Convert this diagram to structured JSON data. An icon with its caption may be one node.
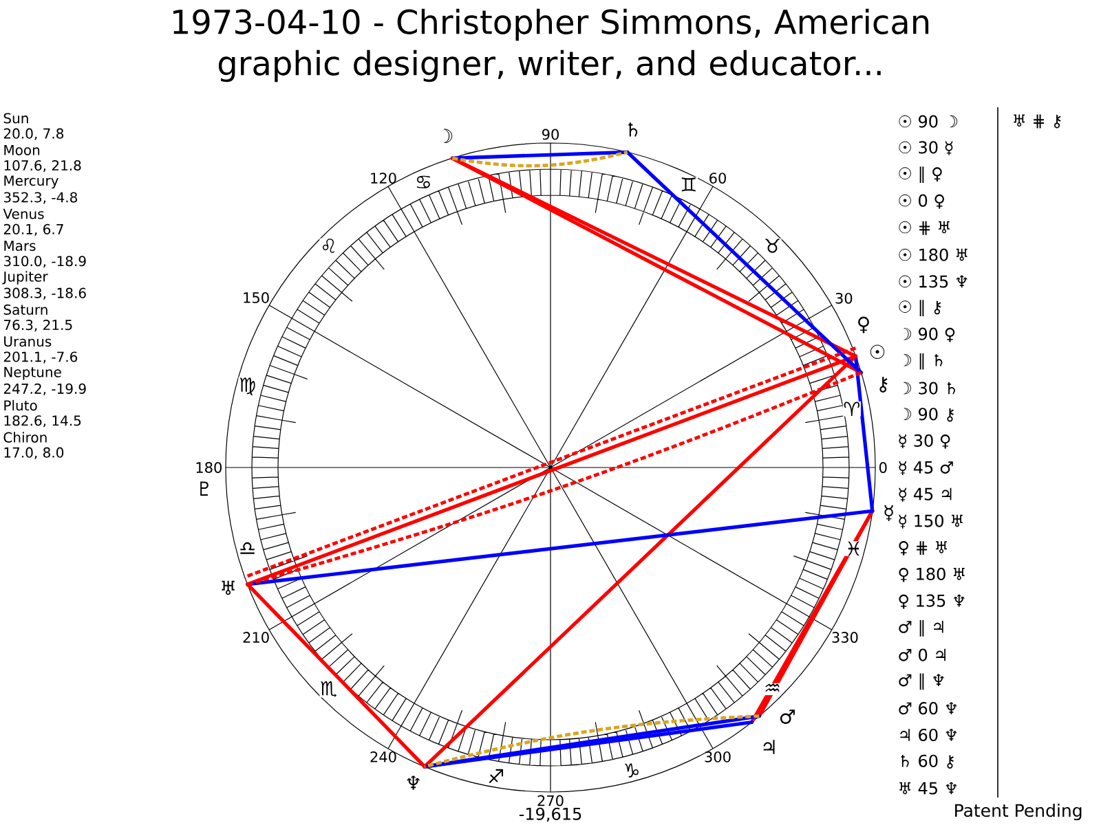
{
  "diagram": {
    "title": "1973-04-10 - Christopher Simmons, American graphic designer, writer, and educator...",
    "nodes": [
      {
        "text": [
          "☉"
        ]
      },
      {
        "text": [
          "☽"
        ]
      },
      {
        "text": [
          "☿"
        ]
      },
      {
        "text": [
          "♀"
        ]
      },
      {
        "text": [
          "♂"
        ]
      },
      {
        "text": [
          "♃"
        ]
      },
      {
        "text": [
          "♄"
        ]
      },
      {
        "text": [
          "♅"
        ]
      },
      {
        "text": [
          "♆"
        ]
      },
      {
        "text": [
          "⚷"
        ]
      }
    ],
    "edges": [
      {
        "from": 0,
        "to": 1,
        "arrow": "none"
      },
      {
        "from": 0,
        "to": 2,
        "arrow": "none",
        "color": "#0000ff"
      },
      {
        "from": 0,
        "to": 7,
        "arrow": "none"
      },
      {
        "from": 0,
        "to": 7,
        "arrow": "none",
        "style": "dashed"
      },
      {
        "from": 0,
        "to": 8,
        "arrow": "none"
      },
      {
        "from": 1,
        "to": 3,
        "arrow": "none"
      },
      {
        "from": 1,
        "to": 6,
        "arrow": "none",
        "color": "#0000ff"
      },
      {
        "from": 1,
        "to": 6,
        "arrow": "none",
        "style": "dashed",
        "color": "#daa520"
      },
      {
        "from": 1,
        "to": 9,
        "arrow": "none"
      },
      {
        "from": 2,
        "to": 3,
        "arrow": "none",
        "color": "#0000ff"
      },
      {
        "from": 2,
        "to": 4,
        "arrow": "none"
      },
      {
        "from": 2,
        "to": 5,
        "arrow": "none"
      },
      {
        "from": 2,
        "to": 7,
        "arrow": "none",
        "color": "#0000ff"
      },
      {
        "from": 3,
        "to": 7,
        "arrow": "none"
      },
      {
        "from": 3,
        "to": 7,
        "arrow": "none",
        "style": "dashed"
      },
      {
        "from": 3,
        "to": 8,
        "arrow": "none"
      },
      {
        "from": 4,
        "to": 8,
        "arrow": "none",
        "color": "#0000ff"
      },
      {
        "from": 4,
        "to": 8,
        "arrow": "none",
        "style": "dashed",
        "color": "#daa520"
      },
      {
        "from": 5,
        "to": 8,
        "arrow": "none",
        "color": "#0000ff"
      },
      {
        "from": 6,
        "to": 9,
        "arrow": "none",
        "color": "#0000ff"
      },
      {
        "from": 7,
        "to": 8,
        "arrow": "none"
      },
      {
        "from": 7,
        "to": 9,
        "arrow": "none",
        "style": "dashed"
      }
    ],
    "labels": [
      "Sun",
      "20.0, 7.8",
      "Moon",
      "107.6, 21.8",
      "Mercury",
      "352.3, -4.8",
      "Venus",
      "20.1, 6.7",
      "Mars",
      "310.0, -18.9",
      "Jupiter",
      "308.3, -18.6",
      "Saturn",
      "76.3, 21.5",
      "Uranus",
      "201.1, -7.6",
      "Neptune",
      "247.2, -19.9",
      "Pluto",
      "182.6, 14.5",
      "Chiron",
      "17.0, 8.0",
      "0",
      "30",
      "60",
      "90",
      "120",
      "150",
      "180",
      "210",
      "240",
      "270",
      "300",
      "330",
      "♈",
      "♉",
      "♊",
      "♋",
      "♌",
      "♍",
      "♎",
      "♏",
      "♐",
      "♑",
      "♒",
      "♓",
      "♇",
      "☉ 90 ☽",
      "☉ 30 ☿",
      "☉ ∥ ♀",
      "☉ 0 ♀",
      "☉ ⋕ ♅",
      "☉ 180 ♅",
      "☉ 135 ♆",
      "☉ ∥ ⚷",
      "☽ 90 ♀",
      "☽ ∥ ♄",
      "☽ 30 ♄",
      "☽ 90 ⚷",
      "☿ 30 ♀",
      "☿ 45 ♂",
      "☿ 45 ♃",
      "☿ 150 ♅",
      "♀ ⋕ ♅",
      "♀ 180 ♅",
      "♀ 135 ♆",
      "♂ ∥ ♃",
      "♂ 0 ♃",
      "♂ ∥ ♆",
      "♂ 60 ♆",
      "♃ 60 ♆",
      "♄ 60 ⚷",
      "♅ 45 ♆",
      "♅ ⋕ ⚷",
      "-19,615",
      "Patent Pending"
    ]
  }
}
